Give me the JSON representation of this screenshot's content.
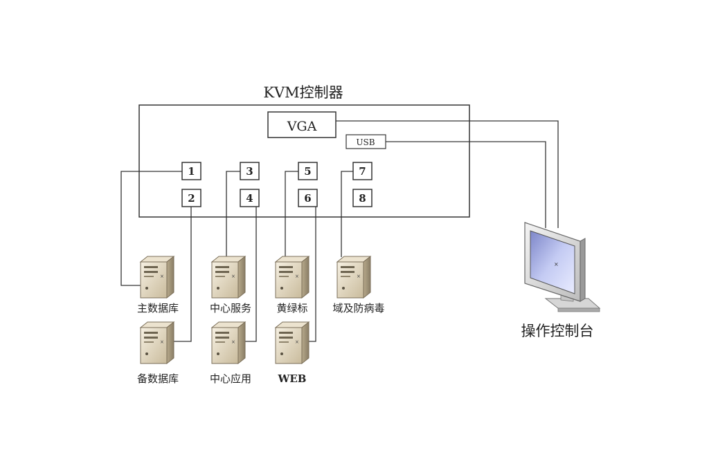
{
  "kvm": {
    "title": "KVM控制器",
    "vga_label": "VGA",
    "usb_label": "USB",
    "ports": [
      "1",
      "2",
      "3",
      "4",
      "5",
      "6",
      "7",
      "8"
    ]
  },
  "servers": [
    {
      "label": "主数据库"
    },
    {
      "label": "备数据库"
    },
    {
      "label": "中心服务"
    },
    {
      "label": "中心应用"
    },
    {
      "label": "黄绿标"
    },
    {
      "label": "WEB"
    },
    {
      "label": "域及防病毒"
    }
  ],
  "console": {
    "label": "操作控制台"
  }
}
